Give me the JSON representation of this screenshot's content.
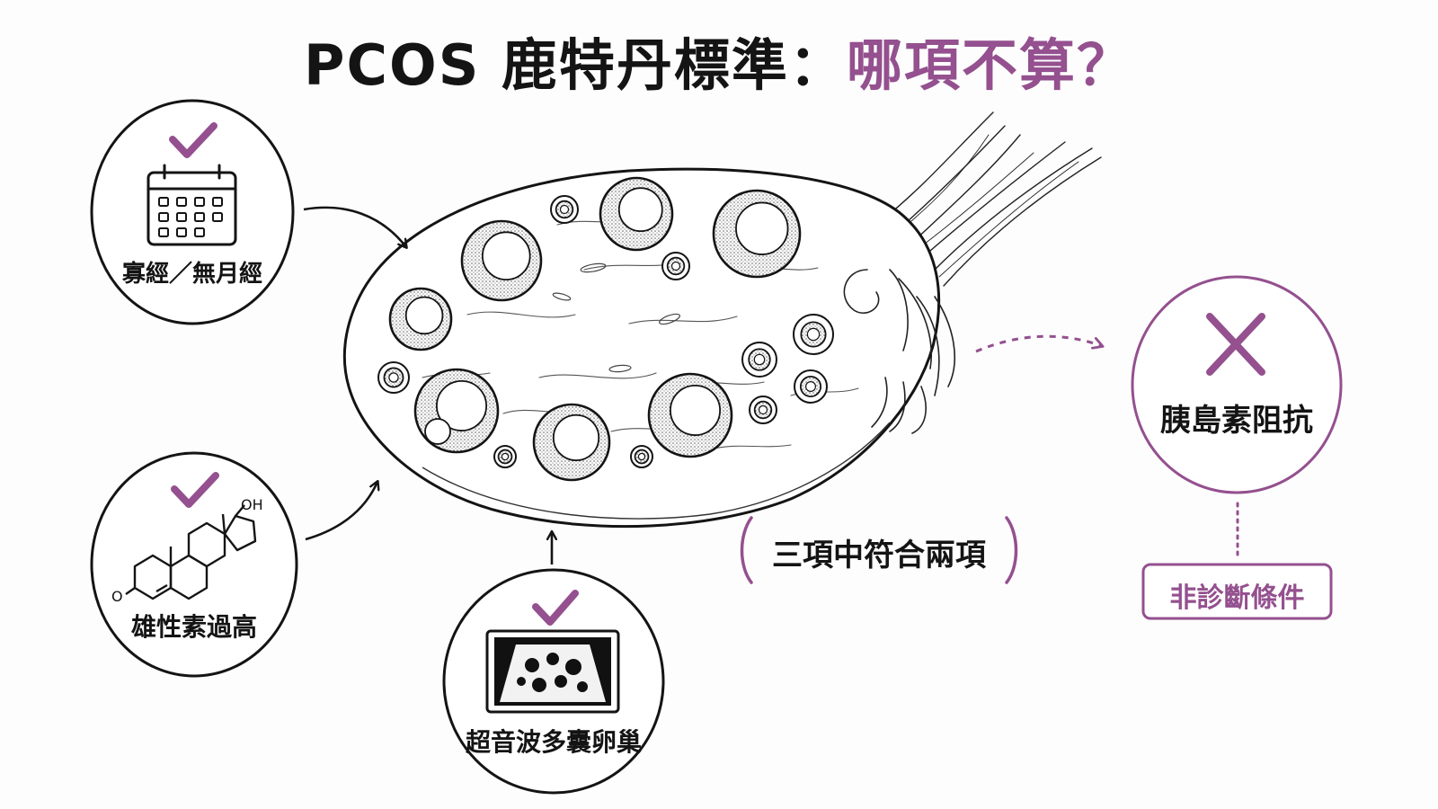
{
  "title": {
    "main": "PCOS 鹿特丹標準：",
    "question": "哪項不算？"
  },
  "criteria": [
    {
      "label": "寡經／無月經",
      "icon": "calendar-icon",
      "status": "check-icon"
    },
    {
      "label": "雄性素過高",
      "icon": "steroid-molecule-icon",
      "status": "check-icon"
    },
    {
      "label": "超音波多囊卵巢",
      "icon": "ultrasound-icon",
      "status": "check-icon"
    }
  ],
  "rule_note": "三項中符合兩項",
  "molecule_oh_label": "OH",
  "molecule_o_label": "O",
  "excluded": {
    "label": "胰島素阻抗",
    "status": "x-icon",
    "badge": "非診斷條件"
  },
  "colors": {
    "accent": "#94508f",
    "ink": "#141414",
    "background": "#fdfdfd"
  }
}
